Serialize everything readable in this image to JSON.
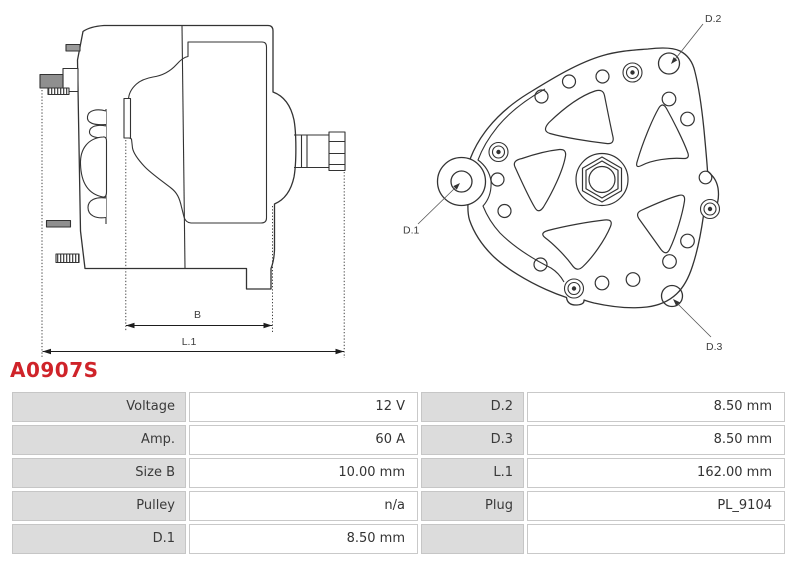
{
  "part_number": "A0907S",
  "accent_color": "#cf2329",
  "drawing": {
    "side_view": {
      "dim_b_label": "B",
      "dim_l1_label": "L.1"
    },
    "end_view": {
      "d1_label": "D.1",
      "d2_label": "D.2",
      "d3_label": "D.3"
    }
  },
  "table": {
    "rows": [
      {
        "label1": "Voltage",
        "value1": "12 V",
        "label2": "D.2",
        "value2": "8.50 mm"
      },
      {
        "label1": "Amp.",
        "value1": "60 A",
        "label2": "D.3",
        "value2": "8.50 mm"
      },
      {
        "label1": "Size B",
        "value1": "10.00 mm",
        "label2": "L.1",
        "value2": "162.00 mm"
      },
      {
        "label1": "Pulley",
        "value1": "n/a",
        "label2": "Plug",
        "value2": "PL_9104"
      },
      {
        "label1": "D.1",
        "value1": "8.50 mm",
        "label2": "",
        "value2": ""
      }
    ]
  }
}
